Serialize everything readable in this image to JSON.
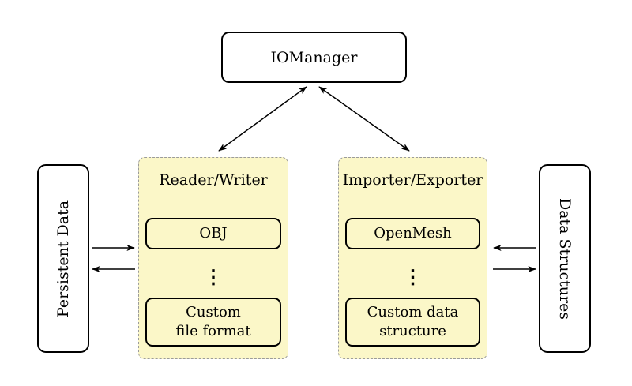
{
  "nodes": {
    "iomanager": "IOManager",
    "persistent_data": "Persistent Data",
    "data_structures": "Data Structures"
  },
  "reader_writer": {
    "title": "Reader/Writer",
    "top_item": "OBJ",
    "dots": "⋮",
    "bottom_item": "Custom\nfile format"
  },
  "importer_exporter": {
    "title": "Importer/Exporter",
    "top_item": "OpenMesh",
    "dots": "⋮",
    "bottom_item": "Custom data\nstructure"
  },
  "colors": {
    "group_fill": "#FBF7C8",
    "group_border": "#9B9B9B",
    "node_border": "#000000",
    "node_fill": "#FFFFFF",
    "arrow": "#000000",
    "background": "#FFFFFF"
  }
}
